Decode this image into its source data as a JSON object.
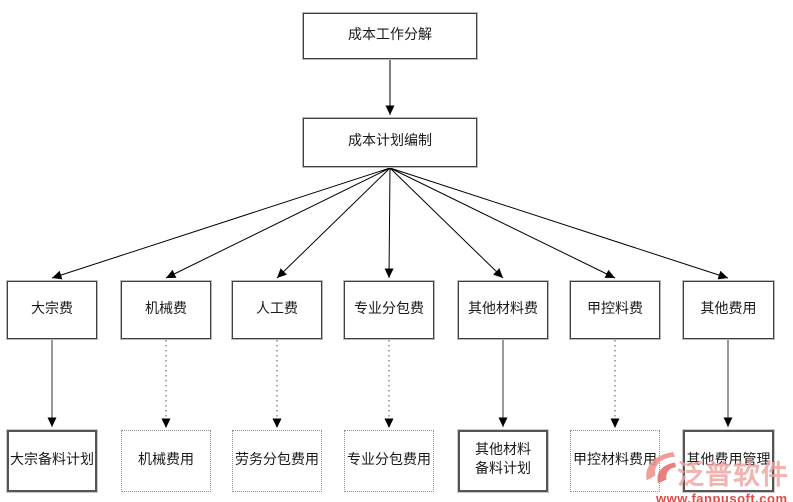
{
  "diagram": {
    "type": "flowchart",
    "background": "#ffffff",
    "line_color": "#000000",
    "dotted_line_color": "#8a8a8a",
    "root": {
      "label": "成本工作分解"
    },
    "plan": {
      "label": "成本计划编制"
    },
    "columns": [
      {
        "cost_item": "大宗费",
        "output": "大宗备料计划",
        "connector": "solid",
        "output_box": "solid"
      },
      {
        "cost_item": "机械费",
        "output": "机械费用",
        "connector": "dotted",
        "output_box": "dotted"
      },
      {
        "cost_item": "人工费",
        "output": "劳务分包费用",
        "connector": "dotted",
        "output_box": "dotted"
      },
      {
        "cost_item": "专业分包费",
        "output": "专业分包费用",
        "connector": "dotted",
        "output_box": "dotted"
      },
      {
        "cost_item": "其他材料费",
        "output": "其他材料备料计划",
        "connector": "solid",
        "output_box": "solid"
      },
      {
        "cost_item": "甲控料费",
        "output": "甲控材料费用",
        "connector": "dotted",
        "output_box": "dotted"
      },
      {
        "cost_item": "其他费用",
        "output": "其他费用管理",
        "connector": "solid",
        "output_box": "solid"
      }
    ]
  },
  "watermark": {
    "brand": "泛普软件",
    "url": "www.fanpusoft.com",
    "brand_color": "#f0a29f",
    "url_color": "#e04a45"
  }
}
